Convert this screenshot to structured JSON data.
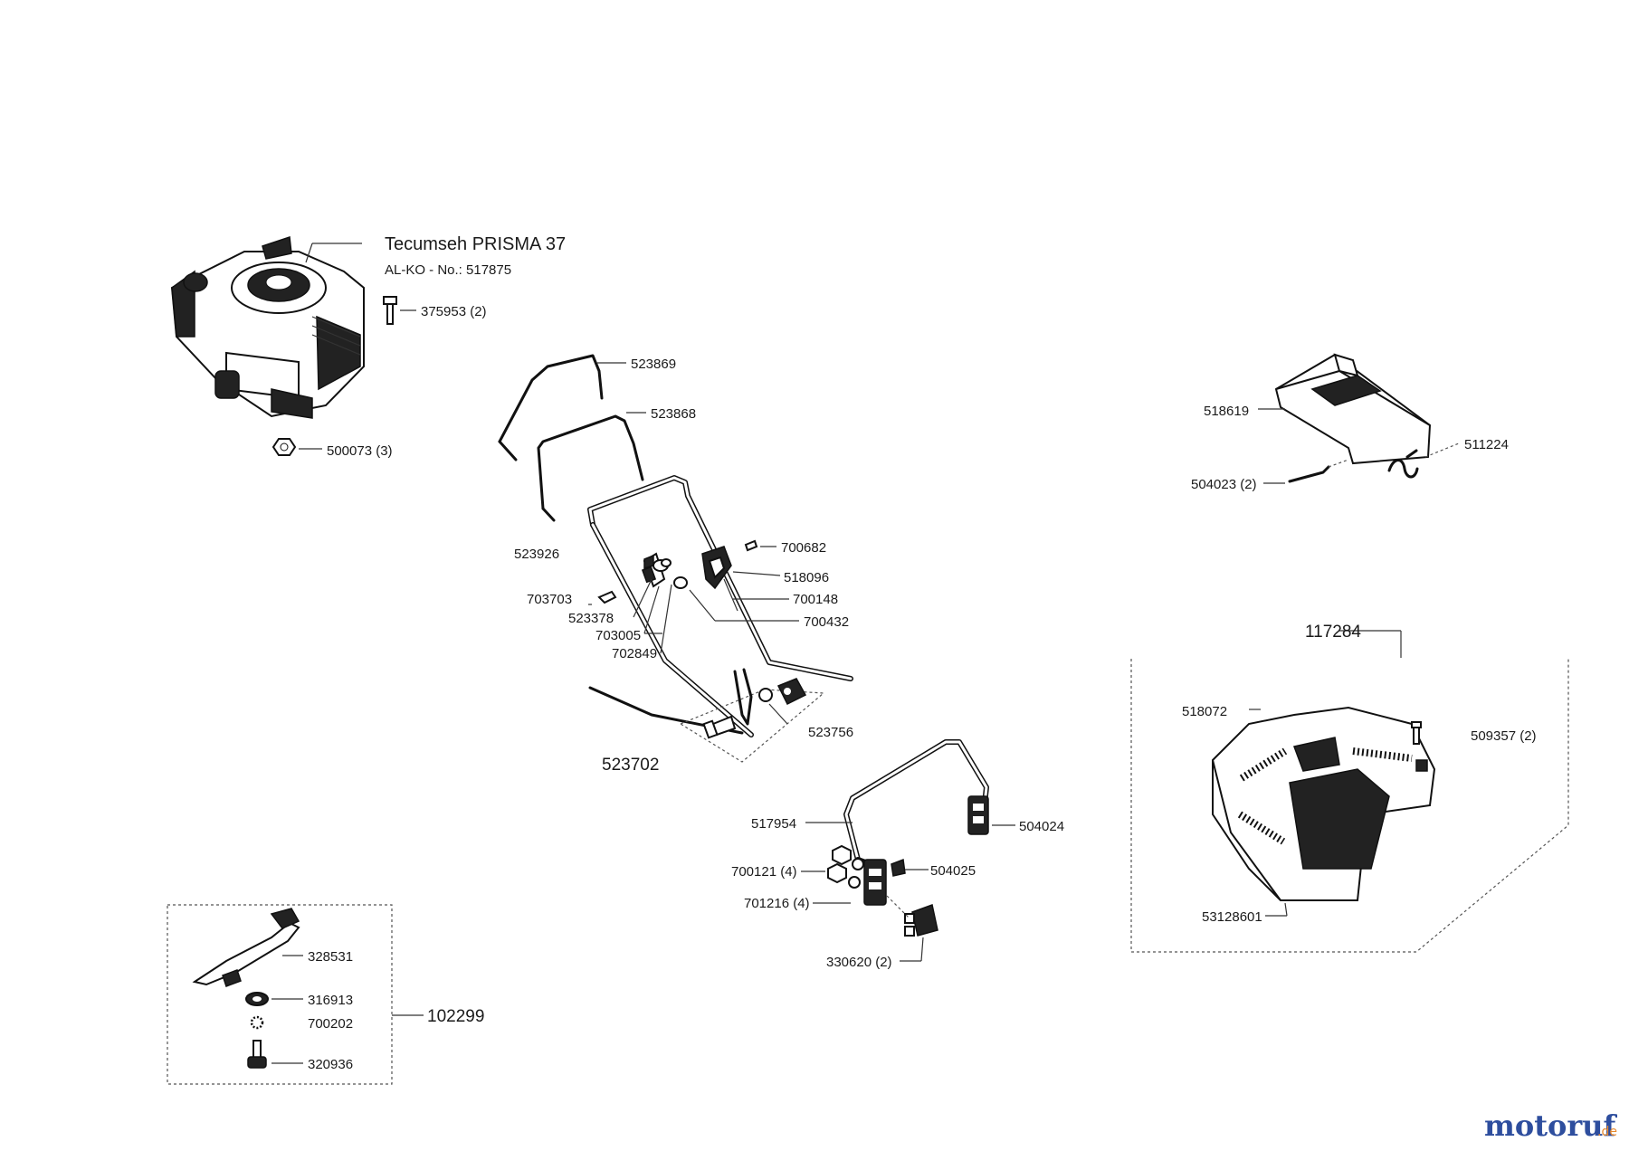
{
  "engine": {
    "title": "Tecumseh PRISMA 37",
    "subtitle": "AL-KO - No.: 517875"
  },
  "labels": {
    "p375953": "375953 (2)",
    "p500073": "500073 (3)",
    "p523869": "523869",
    "p523868": "523868",
    "p523926": "523926",
    "p700682": "700682",
    "p518096": "518096",
    "p700148": "700148",
    "p700432": "700432",
    "p703703": "703703",
    "p523378": "523378",
    "p703005": "703005",
    "p702849": "702849",
    "p523756": "523756",
    "p523702": "523702",
    "p518619": "518619",
    "p511224": "511224",
    "p504023": "504023 (2)",
    "p117284": "117284",
    "p518072": "518072",
    "p509357": "509357 (2)",
    "p53128601": "53128601",
    "p517954": "517954",
    "p504024": "504024",
    "p700121": "700121 (4)",
    "p504025": "504025",
    "p701216": "701216 (4)",
    "p330620": "330620 (2)",
    "p328531": "328531",
    "p316913": "316913",
    "p700202": "700202",
    "p320936": "320936",
    "p102299": "102299"
  },
  "logo": {
    "text": "motoruf",
    "suffix": ".de"
  },
  "colors": {
    "logo_blue": "#2e4e9e",
    "logo_orange": "#e8892b"
  }
}
